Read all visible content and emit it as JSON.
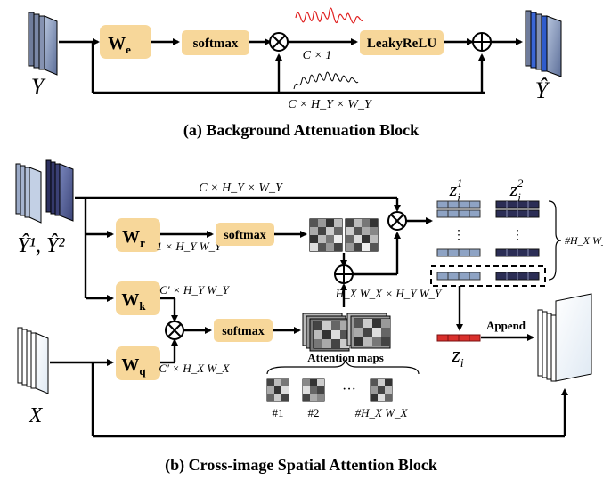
{
  "part_a": {
    "caption": "(a) Background Attenuation Block",
    "input_label": "Y",
    "output_label": "Ŷ",
    "we_label": "W",
    "we_sub": "e",
    "softmax_label": "softmax",
    "leakyrelu_label": "LeakyReLU",
    "dim_c1": "C × 1",
    "dim_chw": "C × H_Y × W_Y"
  },
  "part_b": {
    "caption": "(b) Cross-image Spatial Attention Block",
    "input_top_label": "Ŷ¹, Ŷ²",
    "input_bottom_label": "X",
    "dim_top": "C × H_Y × W_Y",
    "wr_label": "W",
    "wr_sub": "r",
    "wk_label": "W",
    "wk_sub": "k",
    "wq_label": "W",
    "wq_sub": "q",
    "softmax_label": "softmax",
    "dim_wr": "1 × H_Y W_Y",
    "dim_wk": "C′ × H_Y W_Y",
    "dim_wq": "C′ × H_X W_X",
    "dim_attn": "H_X W_X × H_Y W_Y",
    "attention_maps_label": "Attention maps",
    "map_labels": [
      "#1",
      "#2",
      "#H_X W_X"
    ],
    "ellipsis": "···",
    "z1_label": "z_i^1",
    "z2_label": "z_i^2",
    "count_label": "#H_X W_X",
    "zi_label": "z_i",
    "append_label": "Append",
    "colors": {
      "box_fill": "#f7d79a",
      "z1_stripe": "#8ea3c4",
      "z2_stripe": "#2b2d55",
      "zi_bar": "#d9302c",
      "wave_red": "#e02020"
    }
  }
}
